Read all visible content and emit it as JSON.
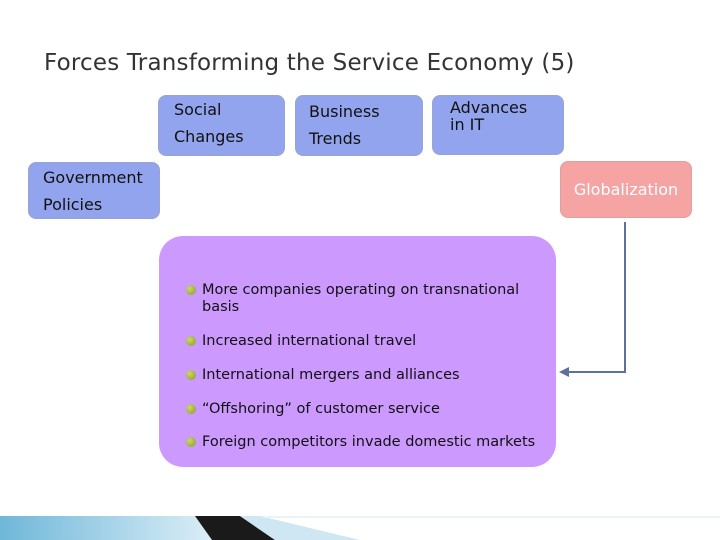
{
  "title": "Forces Transforming the Service Economy (5)",
  "forces": {
    "social": [
      "Social",
      "Changes"
    ],
    "business": [
      "Business",
      "Trends"
    ],
    "it": [
      "Advances",
      "in IT"
    ],
    "government": [
      "Government",
      "Policies"
    ],
    "globalization": "Globalization"
  },
  "details": [
    [
      "More companies operating on transnational",
      "basis"
    ],
    [
      "Increased international travel"
    ],
    [
      "International mergers and alliances"
    ],
    [
      "“Offshoring” of customer service"
    ],
    [
      "Foreign competitors invade domestic markets"
    ]
  ],
  "colors": {
    "force_box": "#93a4ee",
    "globalization_box": "#f5a3a3",
    "detail_panel": "#cc99ff",
    "connector": "#5f6fa0",
    "bullet": "#9aab2e"
  }
}
